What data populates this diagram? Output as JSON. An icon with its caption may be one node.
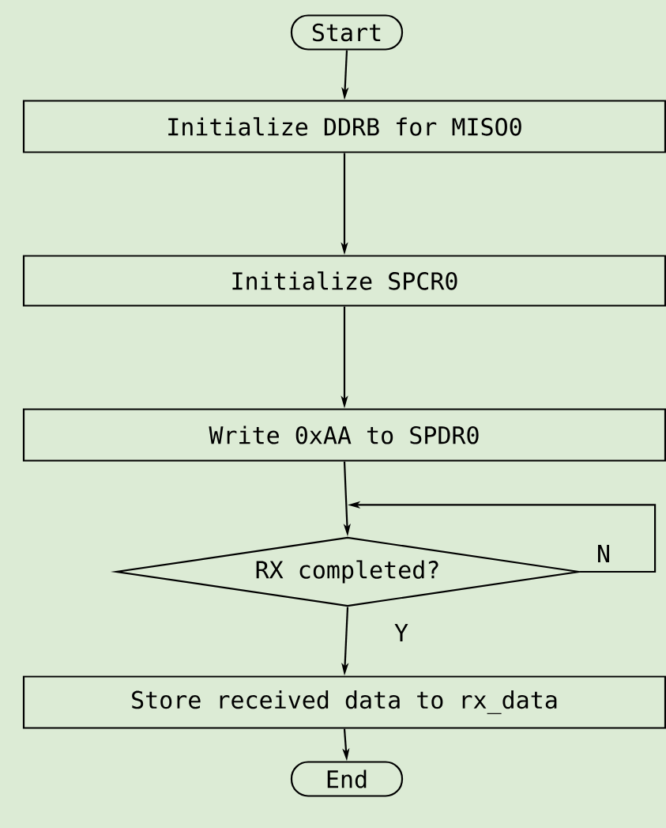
{
  "diagram": {
    "nodes": [
      {
        "text": [
          "Start"
        ]
      },
      {
        "text": [
          "Initialize DDRB for MISO0"
        ]
      },
      {
        "text": [
          "Initialize SPCR0"
        ]
      },
      {
        "text": [
          "Write 0xAA to SPDR0"
        ]
      },
      {
        "text": [
          "RX completed?"
        ]
      },
      {
        "text": [
          "Store received data to rx_data"
        ]
      },
      {
        "text": [
          "End"
        ]
      }
    ],
    "edges": [
      {
        "from": 0,
        "to": 1,
        "arrow": "to"
      },
      {
        "from": 1,
        "to": 2,
        "arrow": "to"
      },
      {
        "from": 2,
        "to": 3,
        "arrow": "to"
      },
      {
        "from": 3,
        "to": 4,
        "arrow": "to"
      },
      {
        "from": 4,
        "to": 4,
        "arrow": "to",
        "label": "N"
      },
      {
        "from": 4,
        "to": 5,
        "arrow": "to",
        "label": "Y"
      },
      {
        "from": 5,
        "to": 6,
        "arrow": "to"
      }
    ]
  }
}
